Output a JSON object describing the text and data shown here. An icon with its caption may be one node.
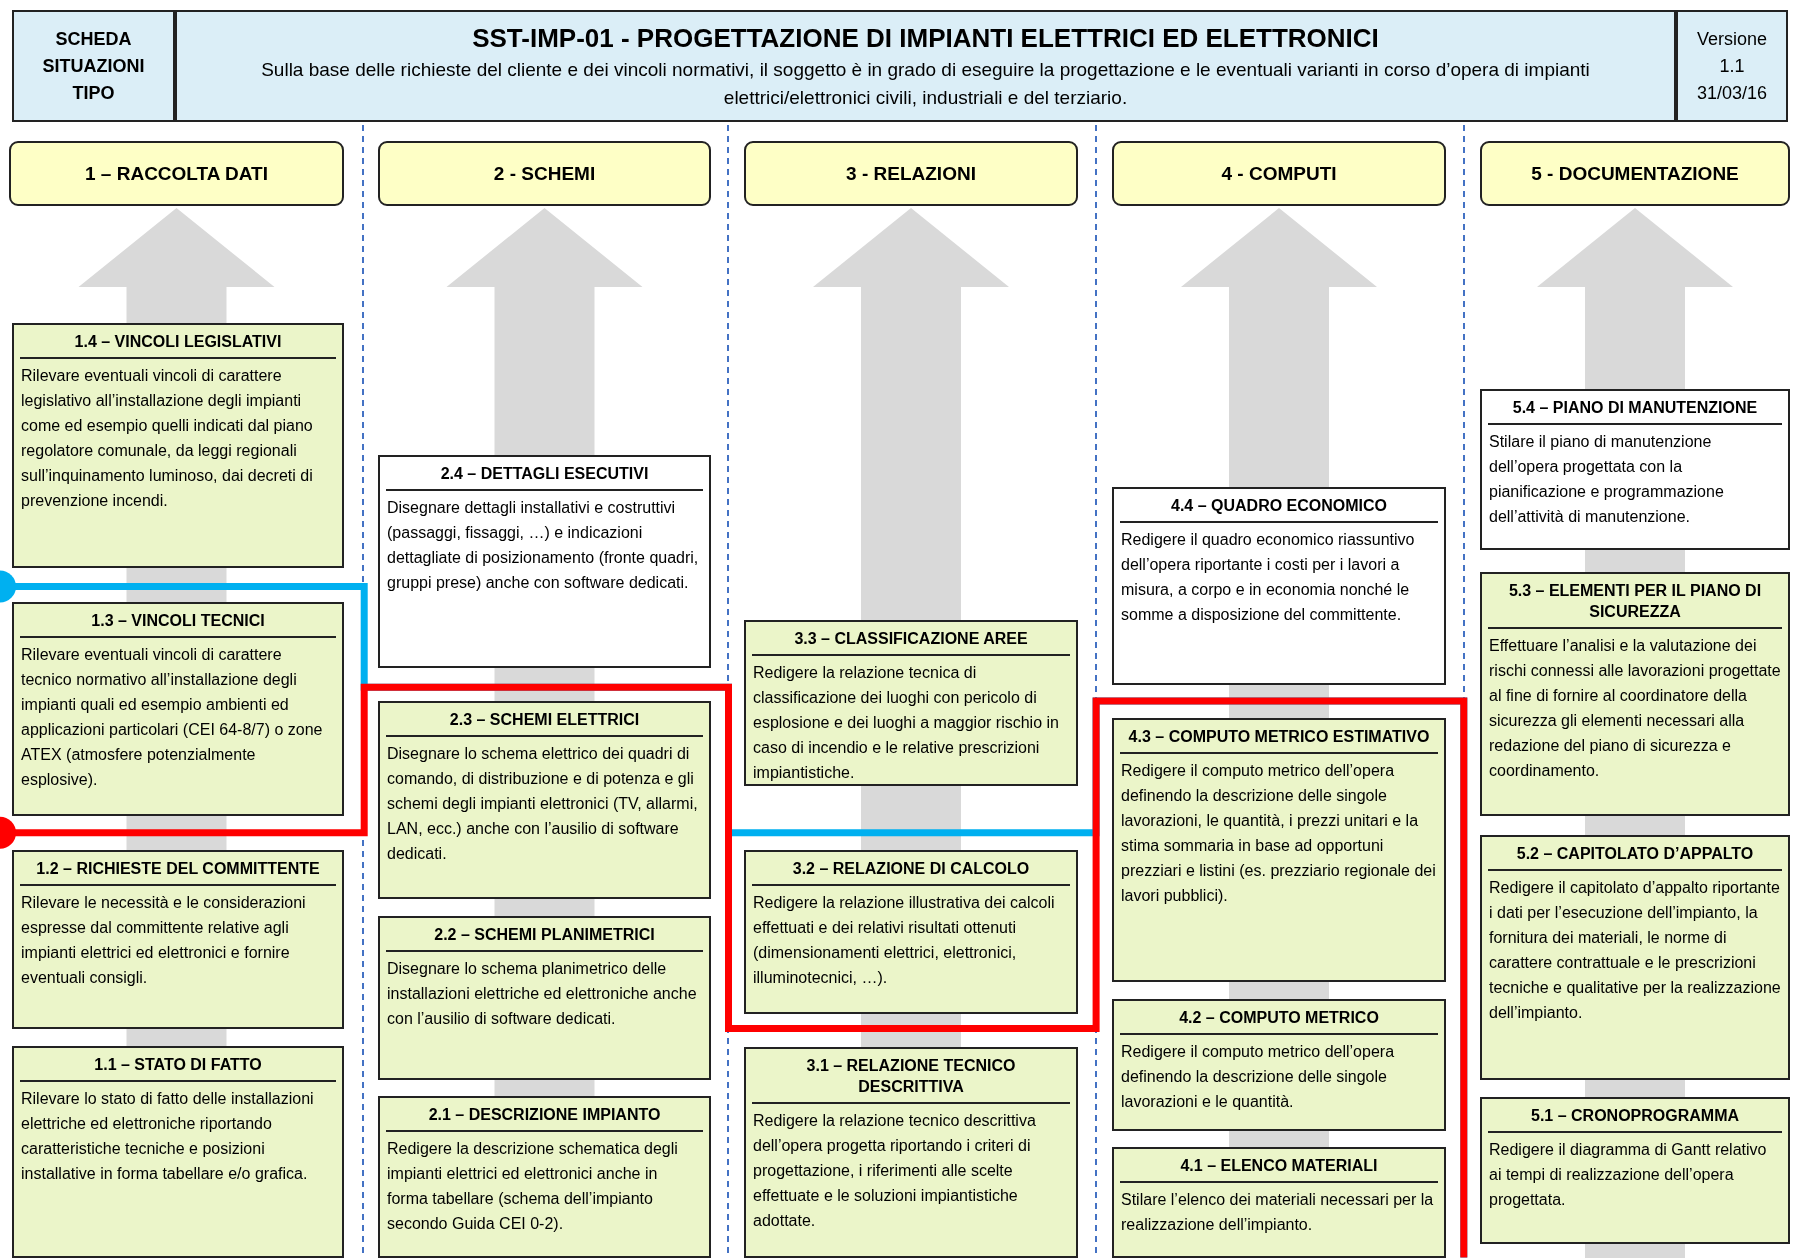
{
  "diagram": {
    "nodes": [
      {
        "text": [
          "SCHEDA SITUAZIONI TIPO"
        ]
      },
      {
        "text": [
          "SST-IMP-01  -  PROGETTAZIONE DI IMPIANTI ELETTRICI ED ELETTRONICI",
          "Sulla base delle richieste del cliente e dei vincoli normativi, il soggetto è in grado di eseguire la progettazione e le eventuali varianti in corso d’opera di impianti elettrici/elettronici civili, industriali e del terziario."
        ]
      },
      {
        "text": [
          "Versione",
          "1.1",
          "31/03/16"
        ]
      },
      {
        "text": [
          "1 – RACCOLTA DATI"
        ]
      },
      {
        "text": [
          "2 - SCHEMI"
        ]
      },
      {
        "text": [
          "3 - RELAZIONI"
        ]
      },
      {
        "text": [
          "4 - COMPUTI"
        ]
      },
      {
        "text": [
          "5 - DOCUMENTAZIONE"
        ]
      },
      {
        "text": [
          "1.4 – VINCOLI LEGISLATIVI",
          "Rilevare eventuali vincoli di carattere legislativo all’installazione degli impianti come ed esempio quelli indicati dal piano regolatore comunale, da leggi regionali sull’inquinamento luminoso, dai decreti di prevenzione incendi."
        ]
      },
      {
        "text": [
          "1.3 – VINCOLI TECNICI",
          "Rilevare eventuali vincoli di carattere tecnico normativo all’installazione degli impianti quali ed esempio ambienti ed applicazioni particolari (CEI 64-8/7) o zone ATEX (atmosfere potenzialmente esplosive)."
        ]
      },
      {
        "text": [
          "1.2 – RICHIESTE DEL COMMITTENTE",
          "Rilevare le necessità e le considerazioni espresse dal committente relative agli impianti elettrici ed elettronici e fornire eventuali consigli."
        ]
      },
      {
        "text": [
          "1.1 – STATO DI FATTO",
          "Rilevare lo stato di fatto delle installazioni elettriche ed elettroniche riportando caratteristiche tecniche e posizioni installative in forma tabellare e/o grafica."
        ]
      },
      {
        "text": [
          "2.4 – DETTAGLI ESECUTIVI",
          "Disegnare dettagli installativi e costruttivi (passaggi, fissaggi, …) e indicazioni dettagliate di posizionamento (fronte quadri, gruppi prese) anche con software dedicati."
        ]
      },
      {
        "text": [
          "2.3 – SCHEMI ELETTRICI",
          "Disegnare lo schema elettrico dei quadri di comando, di distribuzione e di potenza e gli schemi degli impianti elettronici (TV, allarmi, LAN, ecc.) anche con l’ausilio di software dedicati."
        ]
      },
      {
        "text": [
          "2.2 – SCHEMI PLANIMETRICI",
          "Disegnare lo schema planimetrico delle installazioni elettriche ed elettroniche anche con l’ausilio di software dedicati."
        ]
      },
      {
        "text": [
          "2.1 – DESCRIZIONE IMPIANTO",
          "Redigere la descrizione schematica degli impianti elettrici ed elettronici anche in forma tabellare (schema dell’impianto secondo Guida CEI 0-2)."
        ]
      },
      {
        "text": [
          "3.3 – CLASSIFICAZIONE AREE",
          "Redigere la relazione tecnica di classificazione dei luoghi con pericolo di esplosione e dei luoghi a maggior rischio in caso di incendio e le relative prescrizioni impiantistiche."
        ]
      },
      {
        "text": [
          "3.2 – RELAZIONE DI CALCOLO",
          "Redigere la relazione illustrativa dei calcoli effettuati e dei relativi risultati ottenuti (dimensionamenti elettrici, elettronici, illuminotecnici, …)."
        ]
      },
      {
        "text": [
          "3.1 – RELAZIONE TECNICO DESCRITTIVA",
          "Redigere la relazione tecnico descrittiva dell’opera progetta riportando i criteri di progettazione, i riferimenti alle scelte effettuate e le soluzioni impiantistiche adottate."
        ]
      },
      {
        "text": [
          "4.4 – QUADRO ECONOMICO",
          "Redigere il quadro economico riassuntivo dell’opera riportante i costi per i lavori a misura, a corpo e in economia nonché le somme a disposizione del committente."
        ]
      },
      {
        "text": [
          "4.3 – COMPUTO METRICO ESTIMATIVO",
          "Redigere il computo metrico dell’opera definendo la descrizione delle singole lavorazioni, le quantità, i prezzi unitari e la stima sommaria in base ad opportuni prezziari e listini (es. prezziario regionale dei lavori pubblici)."
        ]
      },
      {
        "text": [
          "4.2 – COMPUTO METRICO",
          "Redigere il computo metrico dell’opera definendo la descrizione delle singole lavorazioni e le quantità."
        ]
      },
      {
        "text": [
          "4.1 – ELENCO MATERIALI",
          "Stilare l’elenco dei materiali necessari per la realizzazione dell’impianto."
        ]
      },
      {
        "text": [
          "5.4 – PIANO DI MANUTENZIONE",
          "Stilare il piano di manutenzione dell’opera progettata con la pianificazione e programmazione dell’attività di manutenzione."
        ]
      },
      {
        "text": [
          "5.3 – ELEMENTI PER IL PIANO DI SICUREZZA",
          "Effettuare l’analisi e la valutazione dei rischi connessi alle lavorazioni progettate al fine di fornire al coordinatore della sicurezza gli elementi necessari alla redazione del piano di sicurezza e coordinamento."
        ]
      },
      {
        "text": [
          "5.2 – CAPITOLATO D’APPALTO",
          "Redigere il capitolato d’appalto riportante i dati per l’esecuzione dell’impianto, la fornitura dei materiali, le norme di carattere contrattuale e le prescrizioni tecniche e qualitative per la realizzazione dell’impianto."
        ]
      },
      {
        "text": [
          "5.1 – CRONOPROGRAMMA",
          "Redigere il diagramma di Gantt relativo ai tempi di realizzazione dell’opera progettata."
        ]
      }
    ],
    "edges": []
  }
}
